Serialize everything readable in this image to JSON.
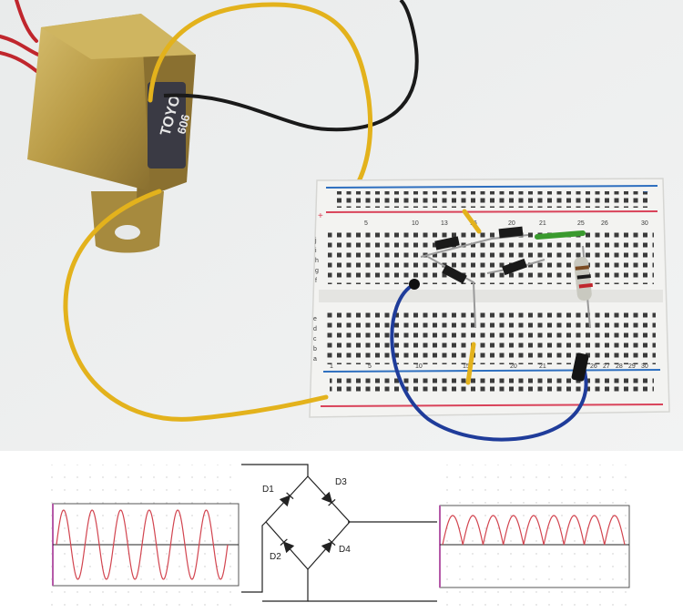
{
  "photo": {
    "transformer_brand_text": "TOYO",
    "transformer_model_text": "606",
    "breadboard": {
      "top_row_letters": [
        "f",
        "g",
        "h",
        "i",
        "j"
      ],
      "bottom_row_letters": [
        "a",
        "b",
        "c",
        "d",
        "e"
      ],
      "column_numbers_top": [
        "5",
        "10",
        "13",
        "16",
        "20",
        "21",
        "25",
        "26",
        "30"
      ],
      "column_numbers_bottom": [
        "1",
        "5",
        "10",
        "15",
        "20",
        "21",
        "25",
        "26",
        "27",
        "28",
        "29",
        "30"
      ],
      "rail_plus": "+",
      "rail_minus": "−"
    },
    "colors": {
      "background": "#eceeee",
      "transformer_brass": "#b89a45",
      "wire_yellow": "#e3b21c",
      "wire_black": "#1a1a1a",
      "wire_blue": "#1f3c9a",
      "wire_red": "#c0262d",
      "rail_blue": "#2e6fbf",
      "rail_red": "#d9435a",
      "breadboard": "#f3f3f1"
    }
  },
  "diagram": {
    "labels": {
      "d1": "D1",
      "d2": "D2",
      "d3": "D3",
      "d4": "D4"
    },
    "input_waveform": {
      "type": "sine",
      "cycles": 6
    },
    "output_waveform": {
      "type": "full-wave rectified",
      "humps": 9
    },
    "colors": {
      "wave": "#d2444f",
      "grid": "#cfcfcf",
      "axis": "#222222",
      "left_edge": "#b55aa8"
    }
  }
}
